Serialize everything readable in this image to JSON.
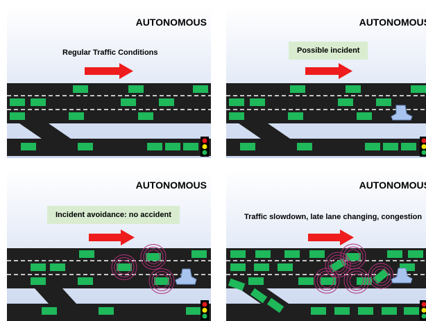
{
  "panels": [
    {
      "title": "AUTONOMOUS",
      "caption": "Regular Traffic Conditions",
      "caption_boxed": false
    },
    {
      "title": "AUTONOMOUS",
      "caption": "Possible incident",
      "caption_boxed": true
    },
    {
      "title": "AUTONOMOUS",
      "caption": "Incident avoidance: no accident",
      "caption_boxed": true
    },
    {
      "title": "AUTONOMOUS",
      "caption": "Traffic slowdown, late lane changing, congestion",
      "caption_boxed": false
    }
  ],
  "colors": {
    "road": "#1f1f1f",
    "lane_marking": "#ffffff",
    "car": "#1fb85a",
    "car_outline": "#0d7a35",
    "arrow": "#ee1c1c",
    "sky_top": "#ffffff",
    "sky_bottom": "#c9d6ef",
    "incident": "#a8c4ee",
    "wave": "#b0307a",
    "caption_box": "#d9ecd0"
  },
  "icons": {
    "direction": "red-arrow-icon",
    "signal": "traffic-light-icon",
    "incident": "incident-obstacle-icon",
    "sensor": "sensor-wave-icon"
  }
}
